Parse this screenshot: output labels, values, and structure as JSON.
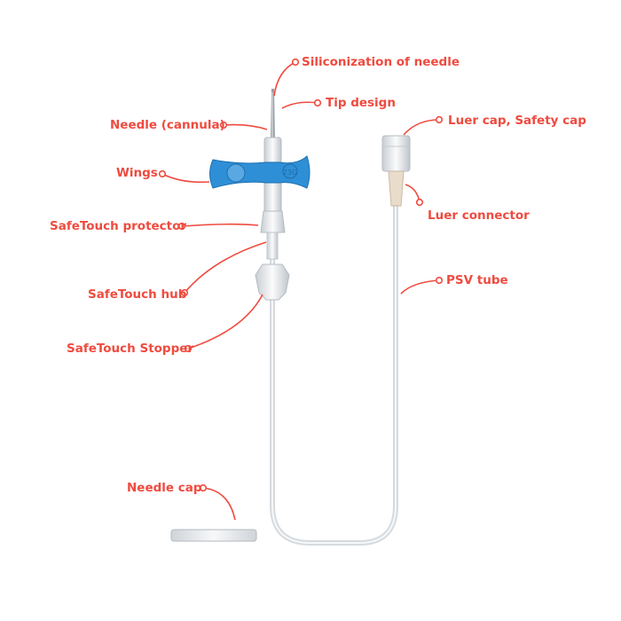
{
  "colors": {
    "label": "#ef4b3f",
    "wing": "#2f8fd6",
    "tube": "#e2e6ea"
  },
  "device": {
    "wing_marking": "23G"
  },
  "labels": [
    {
      "id": "siliconization",
      "text": "Siliconization of needle"
    },
    {
      "id": "tip",
      "text": "Tip design"
    },
    {
      "id": "needle",
      "text": "Needle (cannula)"
    },
    {
      "id": "wings",
      "text": "Wings"
    },
    {
      "id": "protector",
      "text": "SafeTouch protector"
    },
    {
      "id": "hub",
      "text": "SafeTouch hub"
    },
    {
      "id": "stopper",
      "text": "SafeTouch Stopper"
    },
    {
      "id": "luercap",
      "text": "Luer cap, Safety cap"
    },
    {
      "id": "luerconn",
      "text": "Luer connector"
    },
    {
      "id": "tube",
      "text": "PSV tube"
    },
    {
      "id": "needlecap",
      "text": "Needle cap"
    }
  ]
}
